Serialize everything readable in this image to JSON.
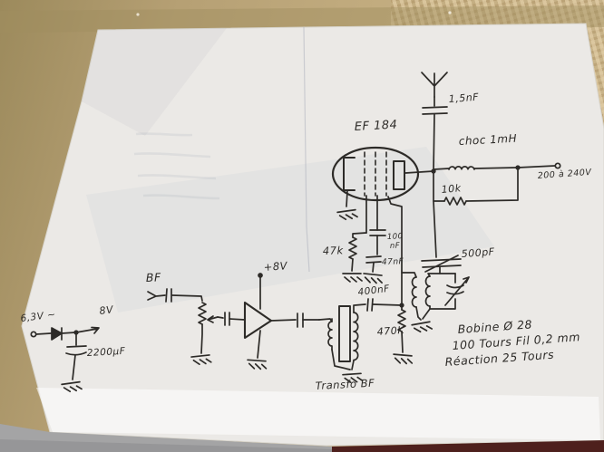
{
  "labels": {
    "tube": "EF 184",
    "antenna_cap": "1,5nF",
    "choke": "choc 1mH",
    "mains": "200 à 240V",
    "r10k": "10k",
    "r47k": "47k",
    "c100_line1": "100",
    "c100_line2": "nF",
    "c47nf": "47nF",
    "c500pf": "500pF",
    "c400nf": "400nF",
    "r470k": "470K",
    "note1": "Bobine Ø 28",
    "note2": "100 Tours Fil 0,2 mm",
    "note3": "Réaction 25 Tours",
    "bf": "BF",
    "amp_supply": "+8V",
    "heater": "6,3V ~",
    "dc_out": "8V",
    "filter_cap": "2200µF",
    "transformer": "Transfo BF"
  },
  "colors": {
    "ink": "#2d2b28",
    "paper": "#ebe9e6",
    "table": "#b8a173",
    "table_bottom": "#a4a4a5",
    "table_edge": "#4e201d"
  }
}
